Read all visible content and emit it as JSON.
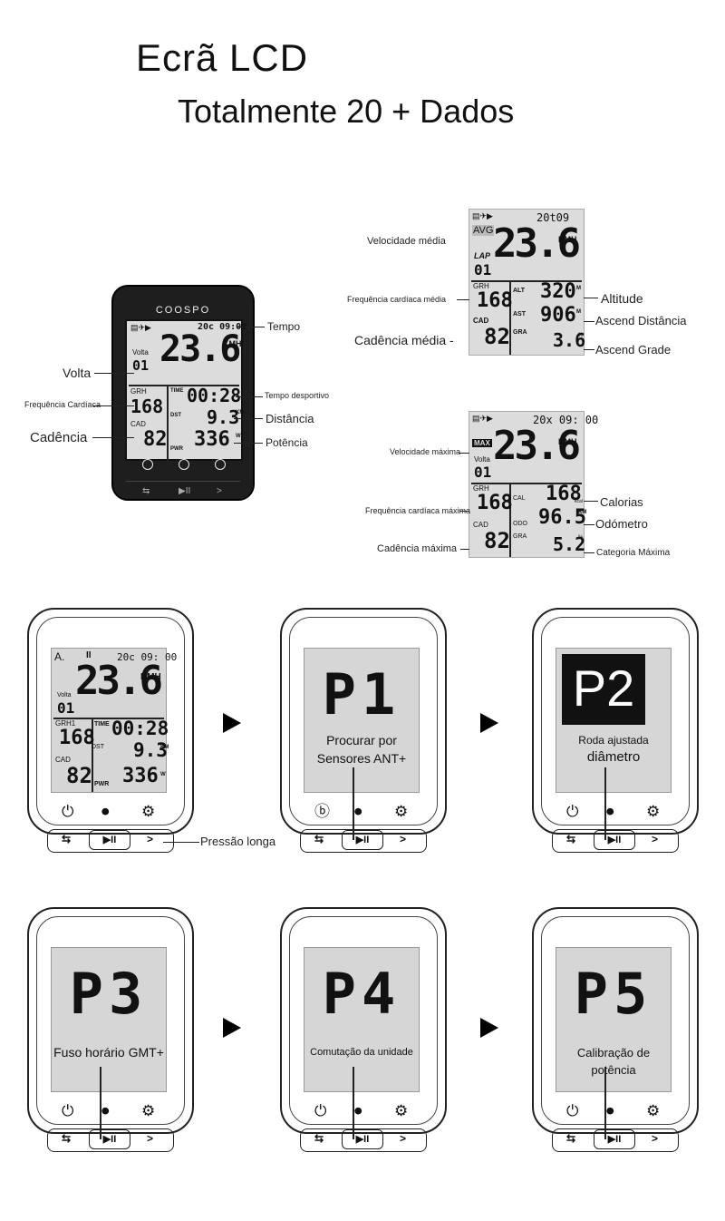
{
  "header": {
    "title": "Ecrã LCD",
    "subtitle": "Totalmente 20 + Dados"
  },
  "main_device": {
    "brand": "COOSPO",
    "time": "20c 09:00",
    "speed": "23.6",
    "speed_unit": "KMH",
    "lap_label": "Volta",
    "lap_value": "01",
    "hr_label": "GRH",
    "hr_value": "168",
    "time_label": "TIME",
    "time_value": "00:28",
    "dst_label": "DST",
    "dst_value": "9.3",
    "dst_unit": "KM",
    "cad_label": "CAD",
    "cad_value": "82",
    "pwr_label": "PWR",
    "pwr_value": "336",
    "pwr_unit": "W"
  },
  "main_annotations": {
    "tempo": "Tempo",
    "volta": "Volta",
    "freq": "Frequência Cardíaca",
    "cadencia": "Cadência",
    "tempo_desportivo": "Tempo desportivo",
    "distancia": "Distância",
    "potencia": "Potência"
  },
  "avg_panel": {
    "time": "20t09",
    "avg_label": "AVG",
    "speed": "23.6",
    "speed_unit": "KMH",
    "lap_label": "LAP",
    "lap_value": "01",
    "hr_label": "GRH",
    "hr_value": "168",
    "alt_label": "ALT",
    "alt_value": "320",
    "alt_unit": "M",
    "ast_label": "AST",
    "ast_value": "906",
    "ast_unit": "M",
    "cad_label": "CAD",
    "cad_value": "82",
    "gra_label": "GRA",
    "gra_value": "3.6",
    "gra_unit": "%",
    "annotations": {
      "vel": "Velocidade média",
      "freq": "Frequência cardíaca média",
      "cad": "Cadência média -",
      "alt": "Altitude",
      "ascend_dist": "Ascend Distância",
      "ascend_grade": "Ascend Grade"
    }
  },
  "max_panel": {
    "time": "20x 09: 00",
    "max_label": "MAX",
    "speed": "23.6",
    "speed_unit": "KMH",
    "lap_label": "Volta",
    "lap_value": "01",
    "hr_label": "GRH",
    "hr_value": "168",
    "cal_label": "CAL",
    "cal_value": "168",
    "cal_unit": "kcal",
    "odo_label": "ODO",
    "odo_value": "96.5",
    "odo_unit": "KM",
    "cad_label": "CAD",
    "cad_value": "82",
    "gra_label": "GRA",
    "gra_value": "5.2",
    "gra_unit": "%",
    "annotations": {
      "vel": "Velocidade máxima",
      "freq": "Frequência cardíaca máxima",
      "cad": "Cadência máxima",
      "cal": "Calorias",
      "odo": "Odómetro",
      "cat": "Categoria Máxima"
    }
  },
  "steps": {
    "s0": {
      "mode": "A.",
      "time": "20c 09: 00",
      "speed": "23.6",
      "speed_unit": "KMH",
      "lap_label": "Volta",
      "lap_value": "01",
      "hr_label": "GRH1",
      "hr_value": "168",
      "time_label": "TIME",
      "time_value": "00:28",
      "dst_label": "DST",
      "dst_value": "9.3",
      "dst_unit": "KM",
      "cad_label": "CAD",
      "cad_value": "82",
      "pwr_label": "PWR",
      "pwr_value": "336",
      "pwr_unit": "W"
    },
    "long_press": "Pressão longa",
    "p1": {
      "code": "P1",
      "desc1": "Procurar por",
      "desc2": "Sensores ANT+"
    },
    "p2": {
      "code": "P2",
      "desc1": "Roda ajustada",
      "desc2": "diâmetro"
    },
    "p3": {
      "code": "P3",
      "desc1": "Fuso horário GMT+"
    },
    "p4": {
      "code": "P4",
      "desc1": "Comutação da unidade"
    },
    "p5": {
      "code": "P5",
      "desc1": "Calibração de potência"
    }
  },
  "buttons": {
    "power": "⏻",
    "stop": "⏺",
    "settings": "⚙",
    "back": "⇆",
    "play": "▶II",
    "next": ">",
    "b_icon": "ⓑ"
  }
}
